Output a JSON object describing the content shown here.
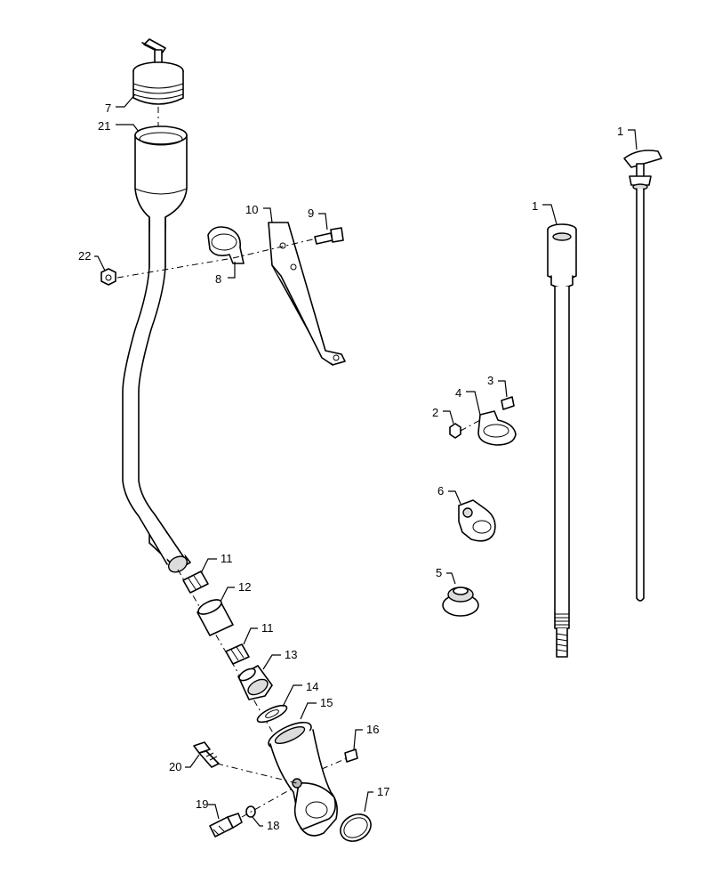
{
  "callouts": {
    "c1a": "1",
    "c1b": "1",
    "c2": "2",
    "c3": "3",
    "c4": "4",
    "c5": "5",
    "c6": "6",
    "c7": "7",
    "c8": "8",
    "c9": "9",
    "c10": "10",
    "c11a": "11",
    "c11b": "11",
    "c12": "12",
    "c13": "13",
    "c14": "14",
    "c15": "15",
    "c16": "16",
    "c17": "17",
    "c18": "18",
    "c19": "19",
    "c20": "20",
    "c21": "21",
    "c22": "22"
  },
  "colors": {
    "line": "#000000",
    "fill": "#ffffff",
    "shade": "#dcdcdc"
  }
}
